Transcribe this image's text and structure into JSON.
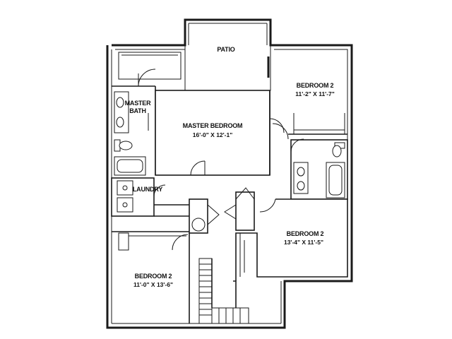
{
  "rooms": {
    "patio": {
      "name": "PATIO"
    },
    "bedroom_upper_right": {
      "name": "BEDROOM 2",
      "dims": "11'-2\" X 11'-7\""
    },
    "master_bath": {
      "name_line1": "MASTER",
      "name_line2": "BATH"
    },
    "master_bedroom": {
      "name": "MASTER BEDROOM",
      "dims": "16'-0\" X 12'-1\""
    },
    "laundry": {
      "name": "LAUNDRY"
    },
    "bedroom_mid_right": {
      "name": "BEDROOM 2",
      "dims": "13'-4\" X 11'-5\""
    },
    "bedroom_lower_left": {
      "name": "BEDROOM 2",
      "dims": "11'-0\" X 13'-6\""
    }
  },
  "colors": {
    "line": "#1a1a1a",
    "background": "#ffffff"
  }
}
